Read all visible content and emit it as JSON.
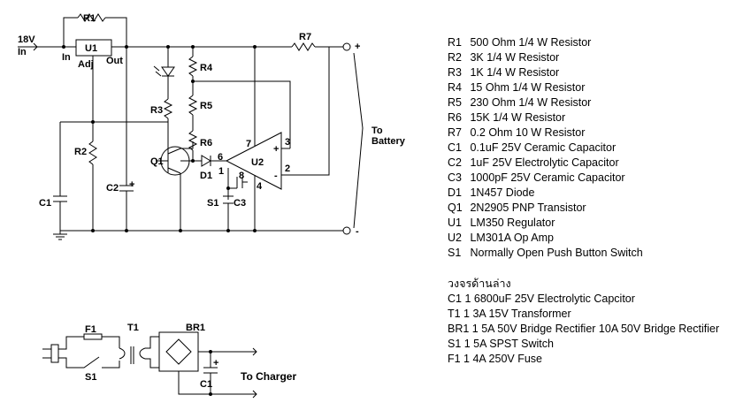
{
  "labels": {
    "input_voltage": "18V",
    "input_in": "In",
    "u1": "U1",
    "u1_in": "In",
    "u1_adj": "Adj",
    "u1_out": "Out",
    "r1": "R1",
    "r2": "R2",
    "r3": "R3",
    "r4": "R4",
    "r5": "R5",
    "r6": "R6",
    "r7": "R7",
    "c1": "C1",
    "c2": "C2",
    "c3": "C3",
    "q1": "Q1",
    "d1": "D1",
    "s1": "S1",
    "u2": "U2",
    "pin1": "1",
    "pin2": "2",
    "pin3": "3",
    "pin4": "4",
    "pin6": "6",
    "pin7": "7",
    "pin8": "8",
    "plus_out": "+",
    "minus_out": "-",
    "to_battery_1": "To",
    "to_battery_2": "Battery",
    "oa_plus": "+",
    "oa_minus": "-",
    "c2_plus": "+",
    "f1": "F1",
    "t1": "T1",
    "br1": "BR1",
    "s1b": "S1",
    "c1b": "C1",
    "c1b_plus": "+",
    "to_charger": "To Charger"
  },
  "parts_list": [
    {
      "ref": "R1",
      "desc": "500 Ohm 1/4 W Resistor"
    },
    {
      "ref": "R2",
      "desc": "3K 1/4 W Resistor"
    },
    {
      "ref": "R3",
      "desc": "1K 1/4 W Resistor"
    },
    {
      "ref": "R4",
      "desc": "15 Ohm 1/4 W Resistor"
    },
    {
      "ref": "R5",
      "desc": "230 Ohm 1/4 W Resistor"
    },
    {
      "ref": "R6",
      "desc": "15K 1/4 W Resistor"
    },
    {
      "ref": "R7",
      "desc": "0.2 Ohm 10 W Resistor"
    },
    {
      "ref": "C1",
      "desc": "0.1uF 25V Ceramic Capacitor"
    },
    {
      "ref": "C2",
      "desc": "1uF 25V Electrolytic Capacitor"
    },
    {
      "ref": "C3",
      "desc": "1000pF 25V Ceramic Capacitor"
    },
    {
      "ref": "D1",
      "desc": "1N457 Diode"
    },
    {
      "ref": "Q1",
      "desc": "2N2905 PNP Transistor"
    },
    {
      "ref": "U1",
      "desc": "LM350 Regulator"
    },
    {
      "ref": "U2",
      "desc": "LM301A Op Amp"
    },
    {
      "ref": "S1",
      "desc": "Normally Open Push Button Switch"
    }
  ],
  "lower_circuit": {
    "heading": "วงจรด้านล่าง",
    "items": [
      "C1 1 6800uF 25V Electrolytic Capcitor",
      "T1 1 3A 15V Transformer",
      "BR1 1 5A 50V Bridge Rectifier 10A 50V Bridge Rectifier",
      "S1 1 5A SPST Switch",
      "F1 1 4A 250V Fuse"
    ]
  }
}
